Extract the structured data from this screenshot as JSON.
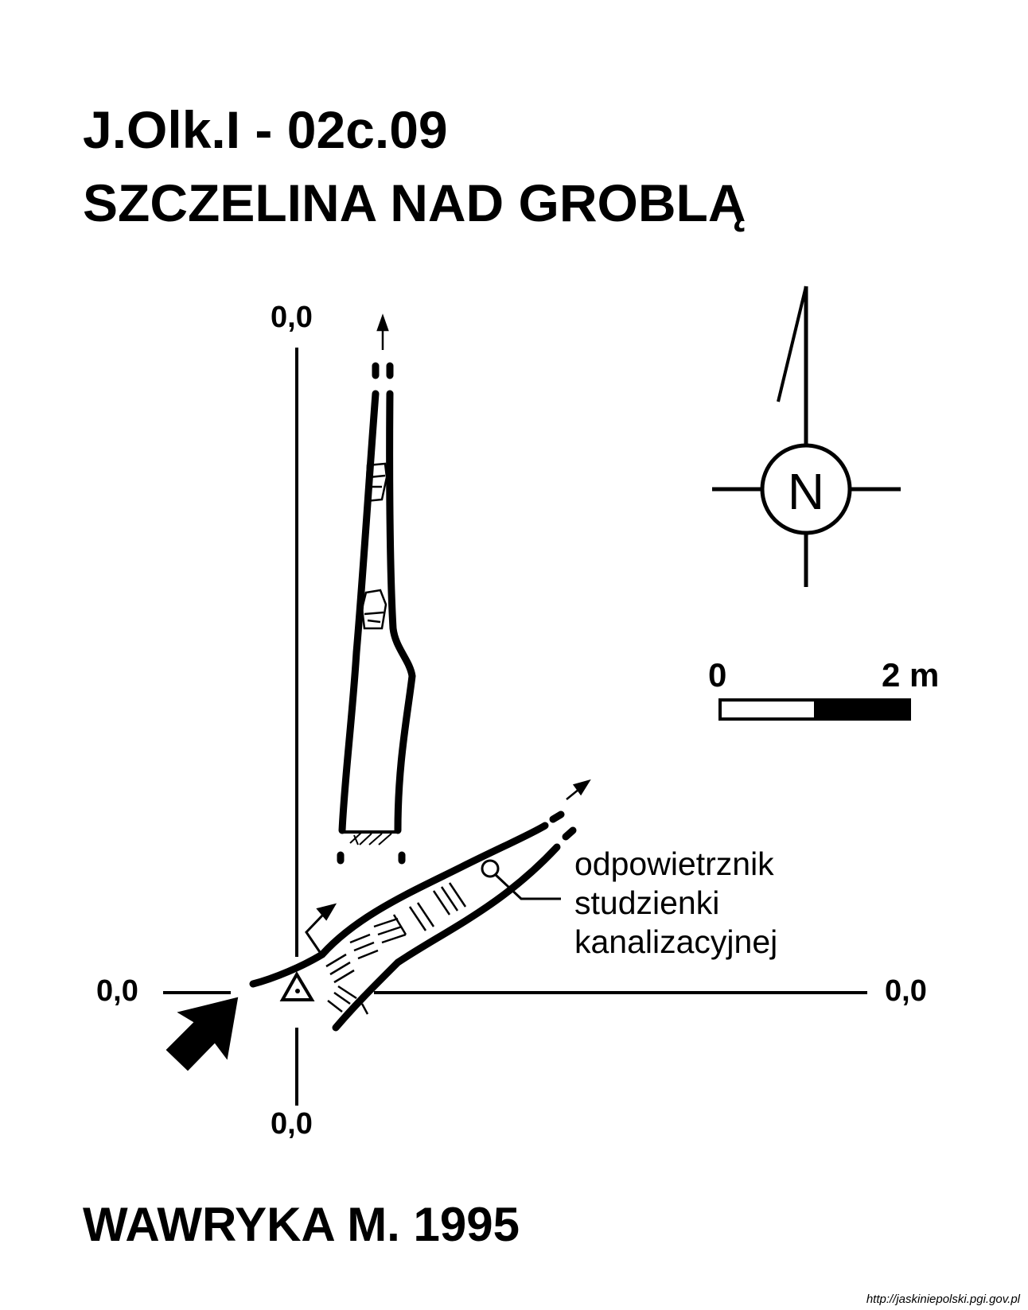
{
  "title": {
    "code": "J.Olk.I - 02c.09",
    "name": "SZCZELINA NAD GROBLĄ"
  },
  "coordinates": {
    "top": "0,0",
    "bottom": "0,0",
    "left": "0,0",
    "right": "0,0"
  },
  "north_arrow": {
    "letter": "N"
  },
  "scale_bar": {
    "start_label": "0",
    "end_label": "2 m"
  },
  "annotation": {
    "lines": [
      "odpowietrznik",
      "studzienki",
      "kanalizacyjnej"
    ]
  },
  "author": "WAWRYKA M. 1995",
  "source_url": "http://jaskiniepolski.pgi.gov.pl"
}
